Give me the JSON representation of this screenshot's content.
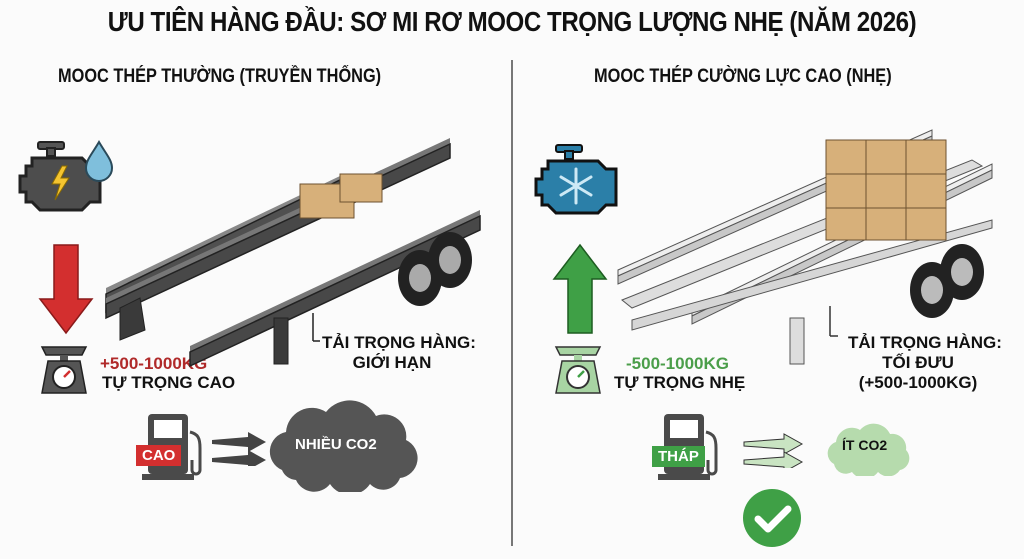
{
  "title": "ƯU TIÊN HÀNG ĐẦU: SƠ MI RƠ MOOC TRỌNG LƯỢNG NHẸ (NĂM 2026)",
  "colors": {
    "red": "#d32f2f",
    "dark_red": "#b02a2a",
    "green": "#3fa046",
    "light_green": "#a8d4a3",
    "dark_gray": "#4a4a4a",
    "engine_blue": "#2b7fa8",
    "text": "#111111"
  },
  "left": {
    "heading": "MOOC THÉP THƯỜNG (TRUYỀN THỐNG)",
    "engine_icon": "engine-lightning-icon",
    "drop_icon": "water-drop-icon",
    "arrow": "down-arrow-red",
    "weight_delta": "+500-1000KG",
    "weight_label": "TỰ TRỌNG CAO",
    "payload_line1": "TẢI TRỌNG HÀNG:",
    "payload_line2": "GIỚI HẠN",
    "fuel_tag": "CAO",
    "cloud_text": "NHIỀU CO2",
    "trailer": "steel-trailer-dark"
  },
  "right": {
    "heading": "MOOC THÉP CƯỜNG LỰC CAO (NHẸ)",
    "engine_icon": "engine-snowflake-icon",
    "arrow": "up-arrow-green",
    "weight_delta": "-500-1000KG",
    "weight_label": "TỰ TRỌNG NHẸ",
    "payload_line1": "TẢI TRỌNG HÀNG:",
    "payload_line2": "TỐI ĐƯU",
    "payload_line3": "(+500-1000KG)",
    "fuel_tag": "THÁP",
    "cloud_text": "ÍT CO2",
    "check": "check-circle-icon",
    "trailer": "steel-trailer-light"
  }
}
